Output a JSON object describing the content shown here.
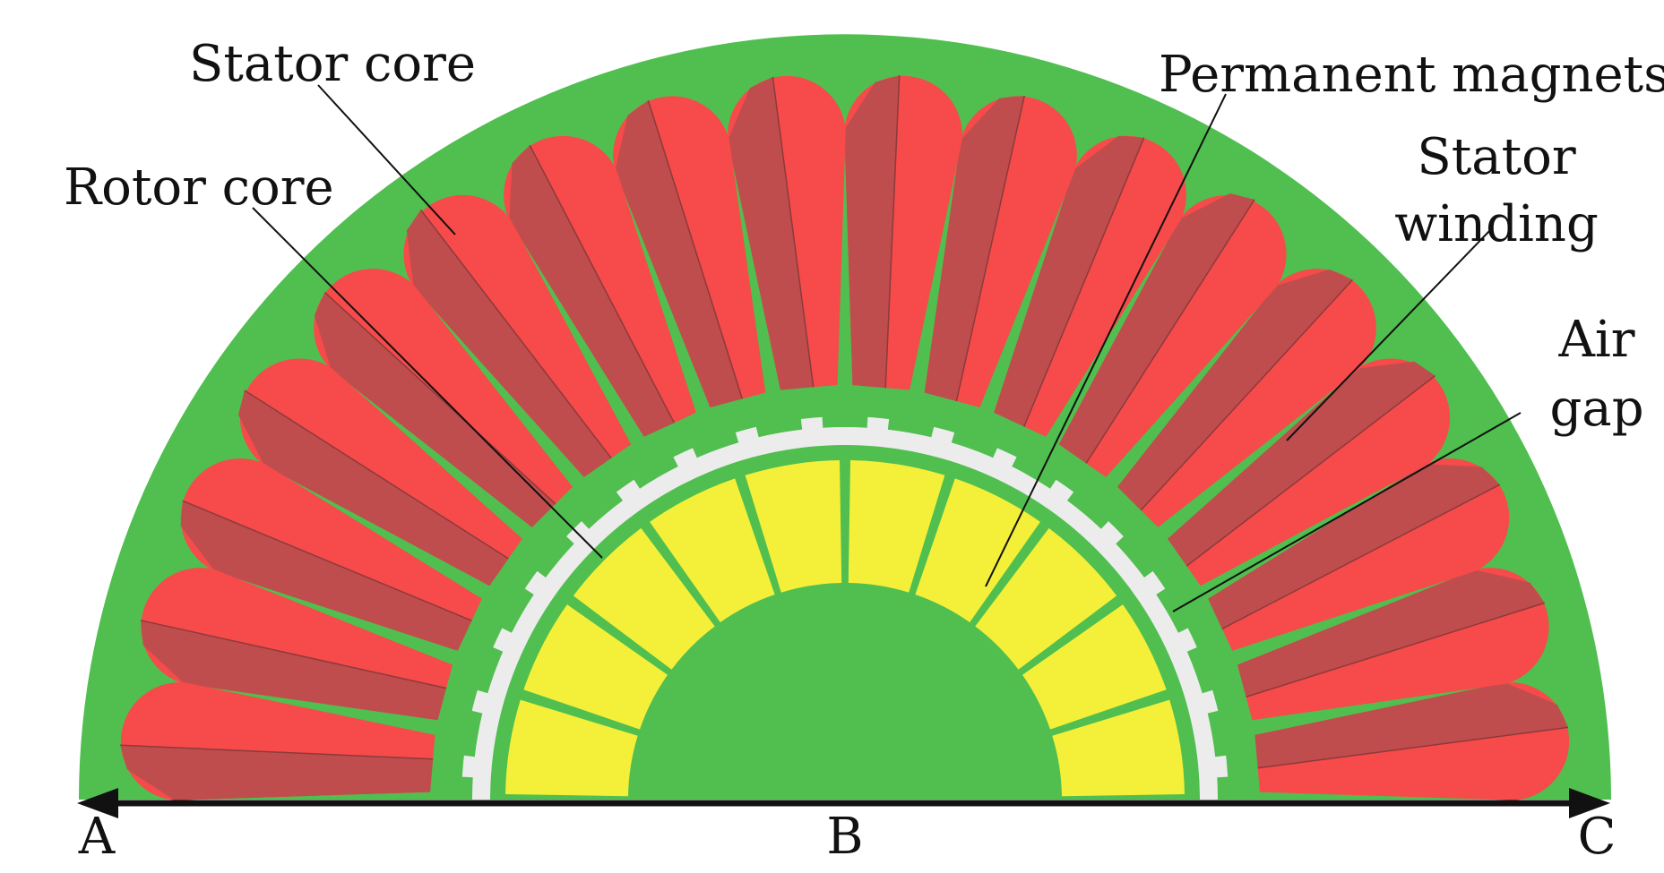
{
  "labels": {
    "stator_core": "Stator core",
    "rotor_core": "Rotor core",
    "permanent_magnets": "Permanent magnets",
    "stator_winding_line1": "Stator",
    "stator_winding_line2": "winding",
    "air_gap_line1": "Air",
    "air_gap_line2": "gap"
  },
  "axis_points": [
    "A",
    "B",
    "C"
  ],
  "counts": {
    "stator_slots": 18,
    "magnets": 10
  },
  "colors": {
    "core": "#50bf4f",
    "air_gap": "#ececec",
    "winding_light": "#f74a4a",
    "winding_dark": "#bf4d4d",
    "magnet": "#f4f03a",
    "line": "#111111"
  }
}
